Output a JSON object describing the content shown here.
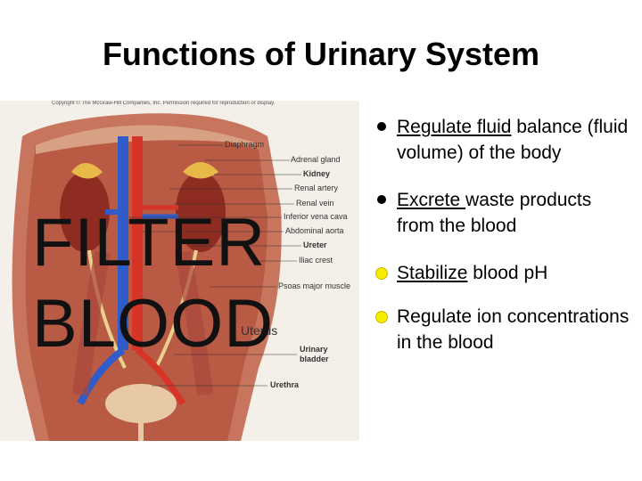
{
  "title": "Functions of Urinary System",
  "figure": {
    "copyright": "Copyright © The McGraw-Hill Companies, Inc. Permission required for reproduction or display.",
    "labels": [
      {
        "text": "Diaphragm"
      },
      {
        "text": "Adrenal gland"
      },
      {
        "text": "Kidney"
      },
      {
        "text": "Renal artery"
      },
      {
        "text": "Renal vein"
      },
      {
        "text": "Inferior vena cava"
      },
      {
        "text": "Abdominal aorta"
      },
      {
        "text": "Ureter"
      },
      {
        "text": "Iliac crest"
      },
      {
        "text": "Psoas major muscle"
      },
      {
        "text": "Uterus"
      },
      {
        "text": "Urinary bladder"
      },
      {
        "text": "Urethra"
      }
    ],
    "overlay_line1": "FILTER",
    "overlay_line2": "BLOOD"
  },
  "bullets": [
    {
      "underlined": "Regulate fluid",
      "rest": " balance (fluid volume) of the body",
      "marker_color": "#000000"
    },
    {
      "underlined": "Excrete ",
      "rest": "waste products from the blood",
      "marker_color": "#000000"
    },
    {
      "underlined": "Stabilize",
      "rest": " blood pH",
      "marker_color": "#f5ec00"
    },
    {
      "underlined": "",
      "rest": "Regulate ion concentrations in the blood",
      "marker_color": "#f5ec00"
    }
  ]
}
